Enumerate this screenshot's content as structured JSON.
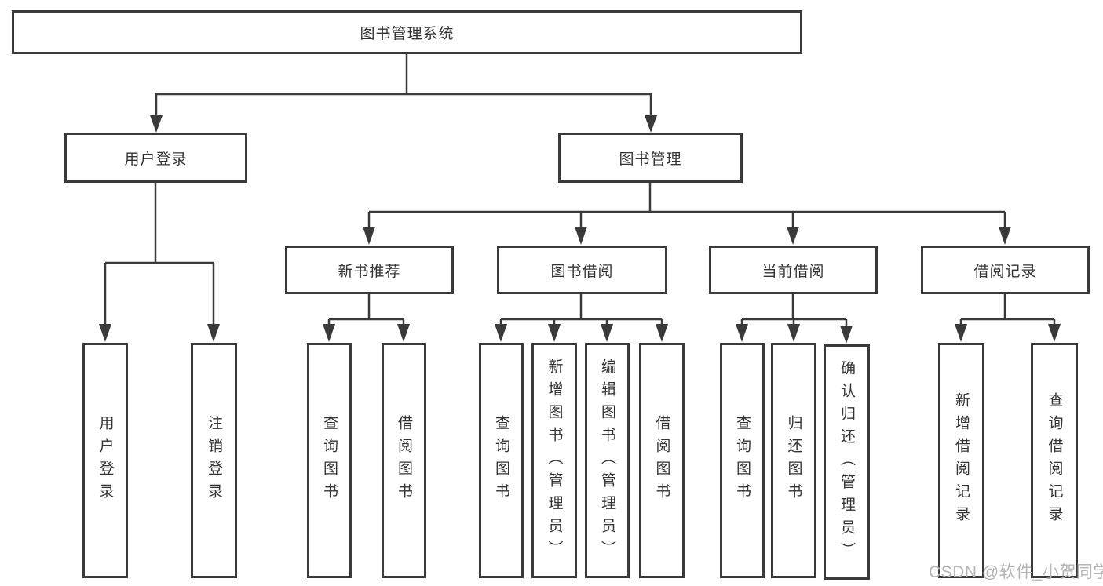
{
  "diagram_type": "functional-structure-tree",
  "watermark": "CSDN @软件_小贺同学",
  "colors": {
    "background": "#ffffff",
    "box_border": "#3a3a3a",
    "connector_line": "#3a3a3a",
    "text": "#333333",
    "watermark_text": "#b5b5b5"
  },
  "tree": {
    "label": "图书管理系统",
    "children": [
      {
        "label": "用户登录",
        "children": [
          {
            "label": "用户登录"
          },
          {
            "label": "注销登录"
          }
        ]
      },
      {
        "label": "图书管理",
        "children": [
          {
            "label": "新书推荐",
            "children": [
              {
                "label": "查询图书"
              },
              {
                "label": "借阅图书"
              }
            ]
          },
          {
            "label": "图书借阅",
            "children": [
              {
                "label": "查询图书"
              },
              {
                "label": "新增图书（管理员）"
              },
              {
                "label": "编辑图书（管理员）"
              },
              {
                "label": "借阅图书"
              }
            ]
          },
          {
            "label": "当前借阅",
            "children": [
              {
                "label": "查询图书"
              },
              {
                "label": "归还图书"
              },
              {
                "label": "确认归还（管理员）"
              }
            ]
          },
          {
            "label": "借阅记录",
            "children": [
              {
                "label": "新增借阅记录"
              },
              {
                "label": "查询借阅记录"
              }
            ]
          }
        ]
      }
    ]
  }
}
